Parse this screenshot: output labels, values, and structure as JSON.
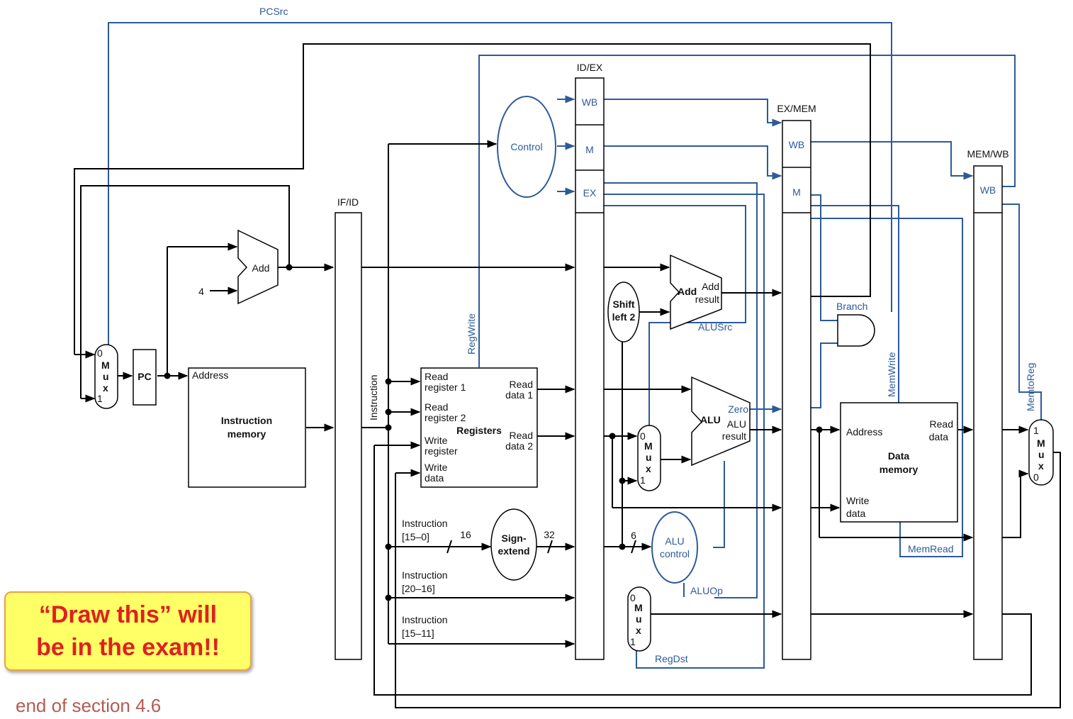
{
  "pipeline_registers": {
    "if_id": "IF/ID",
    "id_ex": "ID/EX",
    "ex_mem": "EX/MEM",
    "mem_wb": "MEM/WB"
  },
  "stage_fields": {
    "wb": "WB",
    "m": "M",
    "ex": "EX"
  },
  "units": {
    "pc": "PC",
    "add": "Add",
    "const_four": "4",
    "instr_mem_1": "Instruction",
    "instr_mem_2": "memory",
    "address": "Address",
    "control": "Control",
    "registers": "Registers",
    "read_reg1_a": "Read",
    "read_reg1_b": "register 1",
    "read_reg2_a": "Read",
    "read_reg2_b": "register 2",
    "write_reg_a": "Write",
    "write_reg_b": "register",
    "write_data_a": "Write",
    "write_data_b": "data",
    "read_data1_a": "Read",
    "read_data1_b": "data 1",
    "read_data2_a": "Read",
    "read_data2_b": "data 2",
    "sign_extend_a": "Sign-",
    "sign_extend_b": "extend",
    "shift_left_a": "Shift",
    "shift_left_b": "left 2",
    "add_result_a": "Add",
    "add_result_b": "result",
    "alu": "ALU",
    "zero": "Zero",
    "alu_result_a": "ALU",
    "alu_result_b": "result",
    "alu_control_a": "ALU",
    "alu_control_b": "control",
    "data_mem_1": "Data",
    "data_mem_2": "memory",
    "dm_address": "Address",
    "dm_read_a": "Read",
    "dm_read_b": "data",
    "dm_write_a": "Write",
    "dm_write_b": "data",
    "instruction_vertical": "Instruction",
    "instr_15_0_a": "Instruction",
    "instr_15_0_b": "[15–0]",
    "instr_20_16_a": "Instruction",
    "instr_20_16_b": "[20–16]",
    "instr_15_11_a": "Instruction",
    "instr_15_11_b": "[15–11]",
    "bits_16": "16",
    "bits_32": "32",
    "bits_6": "6"
  },
  "mux": {
    "m": "M",
    "u": "u",
    "x": "x",
    "zero": "0",
    "one": "1"
  },
  "signals": {
    "pcsrc": "PCSrc",
    "regwrite": "RegWrite",
    "branch": "Branch",
    "alusrc": "ALUSrc",
    "aluop": "ALUOp",
    "regdst": "RegDst",
    "memwrite": "MemWrite",
    "memread": "MemRead",
    "memtoreg": "MemtoReg"
  },
  "callout": {
    "line1": "“Draw this” will",
    "line2": "be in the exam!!"
  },
  "footer": "end of section 4.6",
  "colors": {
    "control_line": "#2d5a9a",
    "data_line": "#000000",
    "callout_bg": "#ffff66",
    "callout_text": "#e02020"
  }
}
